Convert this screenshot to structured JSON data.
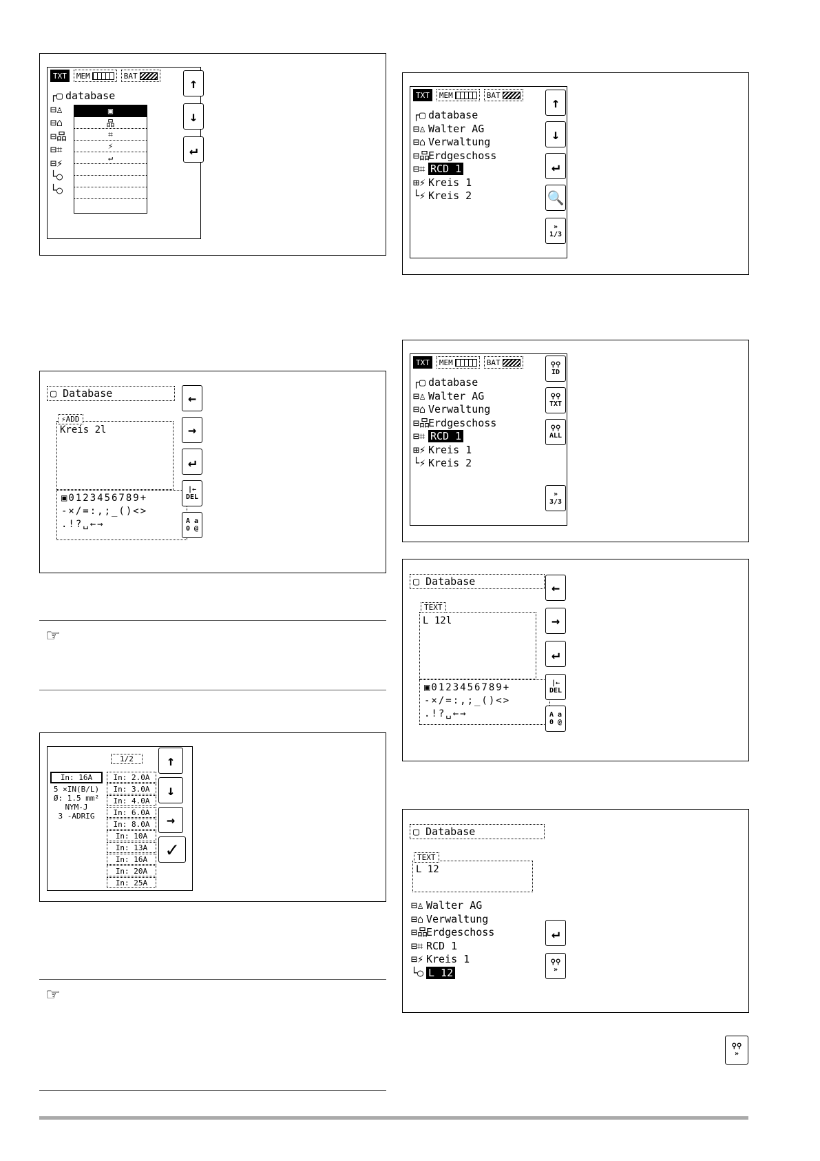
{
  "fig1": {
    "status": {
      "txt": "TXT",
      "mem": "MEM",
      "bat": "BAT"
    },
    "tree": [
      {
        "icon": "┌▢",
        "label": "database"
      },
      {
        "icon": "⊟♙",
        "label": ""
      },
      {
        "icon": "⊟⌂",
        "label": ""
      },
      {
        "icon": "⊟品",
        "label": ""
      },
      {
        "icon": "⊟⌗",
        "label": ""
      },
      {
        "icon": "⊟⚡",
        "label": ""
      },
      {
        "icon": "└○",
        "label": ""
      },
      {
        "icon": "└○",
        "label": ""
      }
    ],
    "popup": [
      "▣",
      "品",
      "⌗",
      "⚡",
      "↵",
      "",
      "",
      ""
    ],
    "buttons": [
      "↑",
      "↓",
      "↵"
    ]
  },
  "fig2": {
    "status": {
      "txt": "TXT",
      "mem": "MEM",
      "bat": "BAT"
    },
    "tree": [
      {
        "icon": "┌▢",
        "label": "database",
        "sel": false
      },
      {
        "icon": "⊟♙",
        "label": "Walter AG",
        "sel": false
      },
      {
        "icon": "⊟⌂",
        "label": "Verwaltung",
        "sel": false
      },
      {
        "icon": "⊟品",
        "label": "Erdgeschoss",
        "sel": false
      },
      {
        "icon": "⊟⌗",
        "label": "RCD 1",
        "sel": true
      },
      {
        "icon": "⊞⚡",
        "label": "Kreis 1",
        "sel": false
      },
      {
        "icon": "└⚡",
        "label": "Kreis 2",
        "sel": false
      }
    ],
    "buttons": [
      "↑",
      "↓",
      "↵",
      "🔍"
    ],
    "page_btn": {
      "top": "»",
      "bottom": "1/3"
    }
  },
  "fig3": {
    "header": "Database",
    "tag": "ADD",
    "text": "Kreis 2l",
    "kbd": [
      "▣0123456789+",
      "-×/=:,;_()<>",
      ".!?␣←→"
    ],
    "buttons": [
      "←",
      "→",
      "↵"
    ],
    "del_btn": {
      "top": "|←",
      "bottom": "DEL"
    },
    "case_btn": {
      "tl": "A",
      "tr": "a",
      "bl": "0",
      "br": "@"
    }
  },
  "fig4": {
    "status": {
      "txt": "TXT",
      "mem": "MEM",
      "bat": "BAT"
    },
    "tree": [
      {
        "icon": "┌▢",
        "label": "database",
        "sel": false
      },
      {
        "icon": "⊟♙",
        "label": "Walter AG",
        "sel": false
      },
      {
        "icon": "⊟⌂",
        "label": "Verwaltung",
        "sel": false
      },
      {
        "icon": "⊟品",
        "label": "Erdgeschoss",
        "sel": false
      },
      {
        "icon": "⊟⌗",
        "label": "RCD 1",
        "sel": true
      },
      {
        "icon": "⊞⚡",
        "label": "Kreis 1",
        "sel": false
      },
      {
        "icon": "└⚡",
        "label": "Kreis 2",
        "sel": false
      }
    ],
    "find_btns": [
      "ID",
      "TXT",
      "ALL"
    ],
    "page_btn": {
      "top": "»",
      "bottom": "3/3"
    }
  },
  "fig5": {
    "header": "Database",
    "tag": "TEXT",
    "text": "L 12l",
    "kbd": [
      "▣0123456789+",
      "-×/=:,;_()<>",
      ".!?␣←→"
    ],
    "buttons": [
      "←",
      "→",
      "↵"
    ],
    "del_btn": {
      "top": "|←",
      "bottom": "DEL"
    },
    "case_btn": {
      "tl": "A",
      "tr": "a",
      "bl": "0",
      "br": "@"
    }
  },
  "fig6": {
    "page": "1/2",
    "left_list": [
      "In: 16A",
      "5 ×IN(B/L)",
      "Ø: 1.5 mm²",
      "NYM-J",
      "3 -ADRIG"
    ],
    "right_list": [
      "In: 2.0A",
      "In: 3.0A",
      "In: 4.0A",
      "In: 6.0A",
      "In: 8.0A",
      "In: 10A",
      "In: 13A",
      "In: 16A",
      "In: 20A",
      "In: 25A"
    ],
    "buttons": [
      "↑",
      "↓",
      "→",
      "✓"
    ]
  },
  "fig7": {
    "header": "Database",
    "tag": "TEXT",
    "text": "L 12",
    "tree": [
      {
        "icon": "⊟♙",
        "label": "Walter AG",
        "sel": false
      },
      {
        "icon": "⊟⌂",
        "label": "Verwaltung",
        "sel": false
      },
      {
        "icon": "⊟品",
        "label": "Erdgeschoss",
        "sel": false
      },
      {
        "icon": "⊟⌗",
        "label": "RCD 1",
        "sel": false
      },
      {
        "icon": "⊟⚡",
        "label": "Kreis 1",
        "sel": false
      },
      {
        "icon": "└○",
        "label": "L 12",
        "sel": true
      }
    ],
    "buttons": [
      "↵"
    ],
    "find_next": "»"
  },
  "side_icon": "»"
}
